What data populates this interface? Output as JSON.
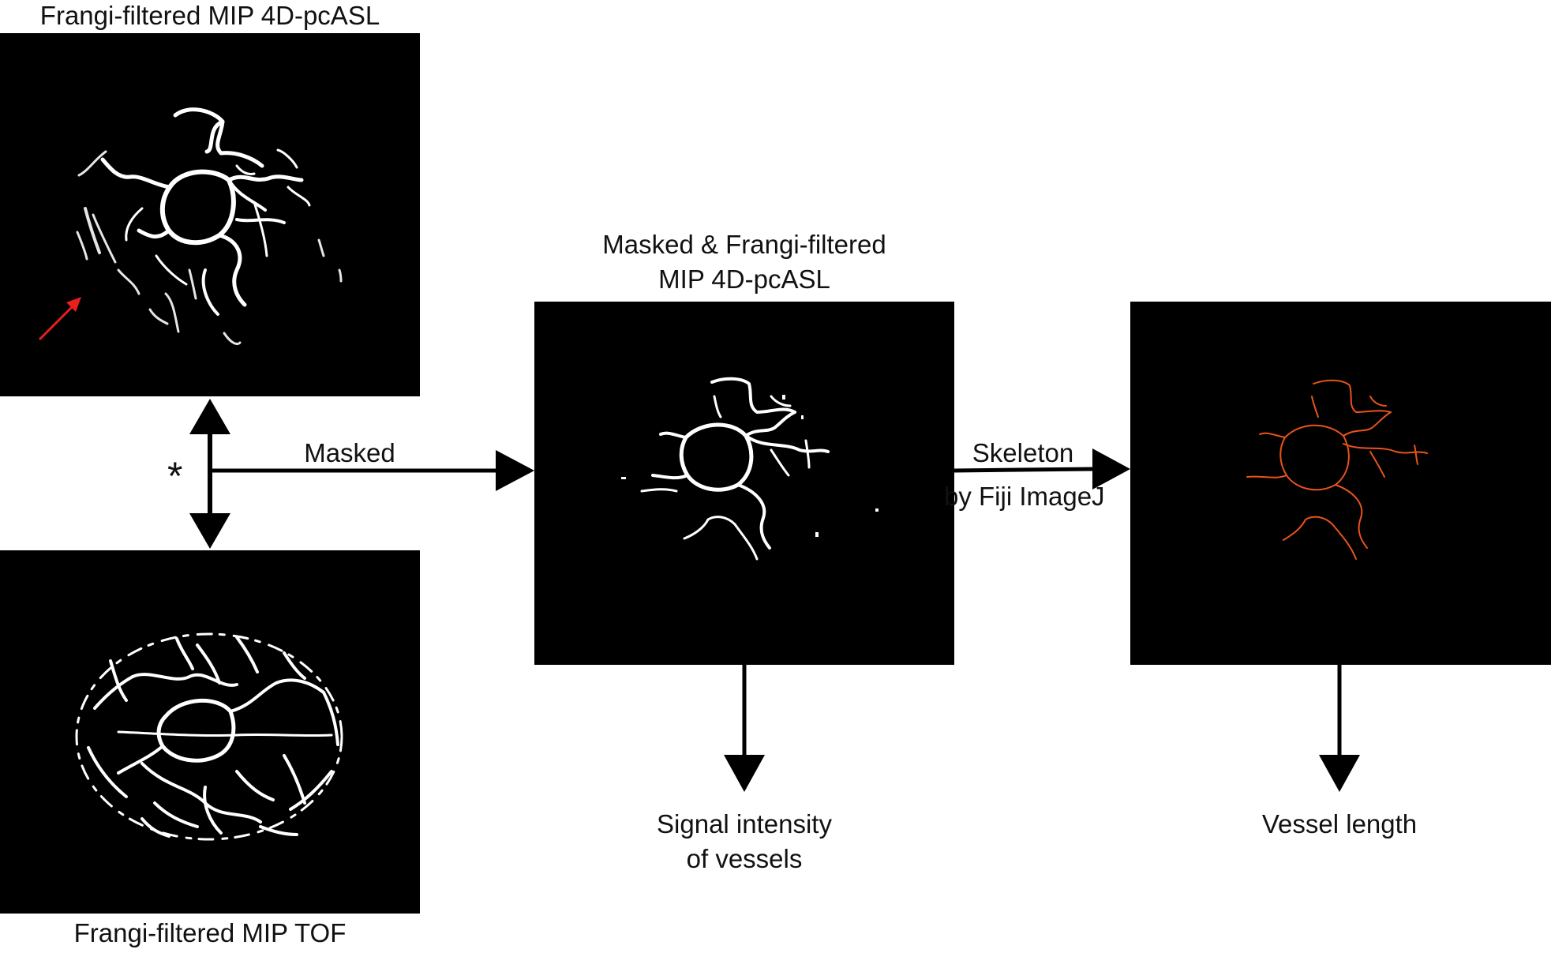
{
  "labels": {
    "top_left": "Frangi-filtered MIP 4D-pcASL",
    "bottom_left": "Frangi-filtered MIP TOF",
    "middle_line1": "Masked & Frangi-filtered",
    "middle_line2": "MIP 4D-pcASL",
    "masked_arrow": "Masked",
    "skeleton_line1": "Skeleton",
    "skeleton_line2": "by Fiji ImageJ",
    "signal_line1": "Signal intensity",
    "signal_line2": "of vessels",
    "vessel_length": "Vessel length",
    "asterisk": "*"
  },
  "colors": {
    "panel_background": "#000000",
    "vessel": "#ffffff",
    "skeleton": "#e8541c",
    "annotation_arrow": "#e8201c",
    "arrows": "#000000"
  },
  "panels": [
    {
      "name": "asl-mip-panel",
      "vessel_color": "white"
    },
    {
      "name": "tof-mip-panel",
      "vessel_color": "white"
    },
    {
      "name": "masked-asl-panel",
      "vessel_color": "white"
    },
    {
      "name": "skeleton-panel",
      "vessel_color": "orange"
    }
  ]
}
